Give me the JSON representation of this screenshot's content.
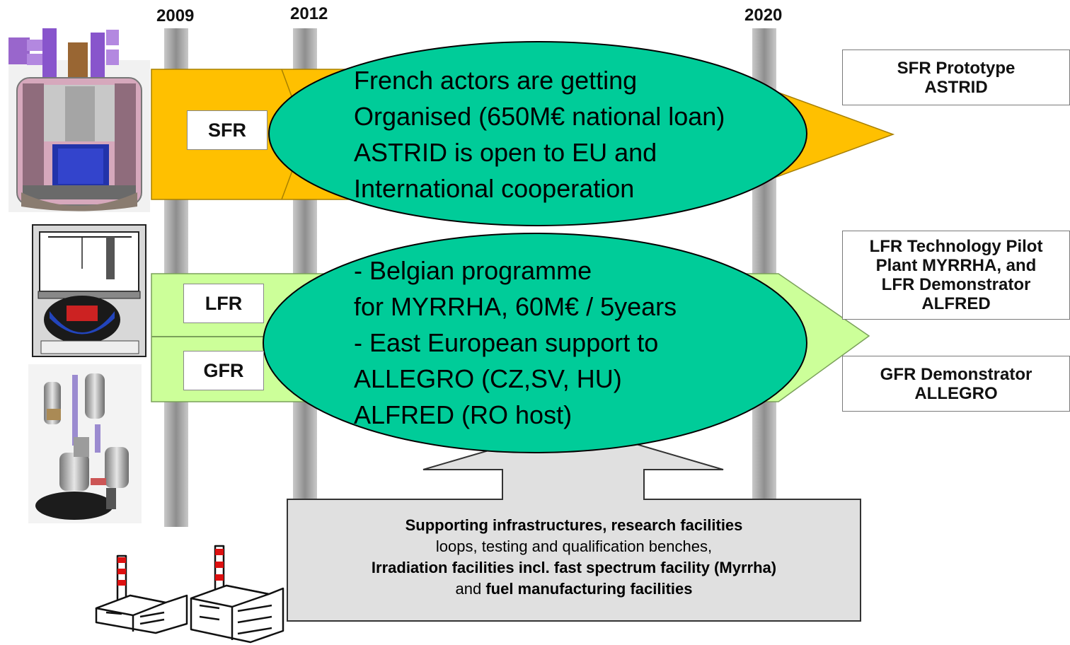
{
  "years": {
    "y2009": "2009",
    "y2012": "2012",
    "y2020": "2020"
  },
  "colors": {
    "sfr_arrow": "#ffc000",
    "lfr_gfr_arrow": "#ccff99",
    "oval": "#00cc99",
    "support_box": "#e0e0e0",
    "year_bar": "#9a9a9a"
  },
  "tracks": {
    "sfr": {
      "label": "SFR"
    },
    "lfr": {
      "label": "LFR"
    },
    "gfr": {
      "label": "GFR"
    }
  },
  "targets": {
    "sfr": {
      "line1": "SFR Prototype",
      "line2": "ASTRID"
    },
    "lfr": {
      "line1": "LFR Technology Pilot",
      "line2": "Plant MYRRHA, and",
      "line3": "LFR Demonstrator",
      "line4": "ALFRED"
    },
    "gfr": {
      "line1": "GFR Demonstrator",
      "line2": "ALLEGRO"
    }
  },
  "callouts": {
    "france": {
      "line1": "French actors are getting",
      "line2": "Organised (650M€ national loan)",
      "line3": "ASTRID is open to EU and",
      "line4": "International cooperation"
    },
    "belgium": {
      "line1": "- Belgian programme",
      "line2": "for MYRRHA, 60M€ / 5years",
      "line3": "- East European support to",
      "line4": "ALLEGRO (CZ,SV, HU)",
      "line5": "ALFRED (RO host)"
    }
  },
  "support": {
    "line1": "Supporting infrastructures, research facilities",
    "line2": "loops, testing and qualification benches,",
    "line3": "Irradiation facilities incl. fast spectrum facility (Myrrha)",
    "line4_pre": "and ",
    "line4_bold": "fuel manufacturing facilities"
  },
  "icons": [
    "sfr-reactor-illustration",
    "lfr-reactor-illustration",
    "gfr-reactor-illustration",
    "factory-icon"
  ]
}
